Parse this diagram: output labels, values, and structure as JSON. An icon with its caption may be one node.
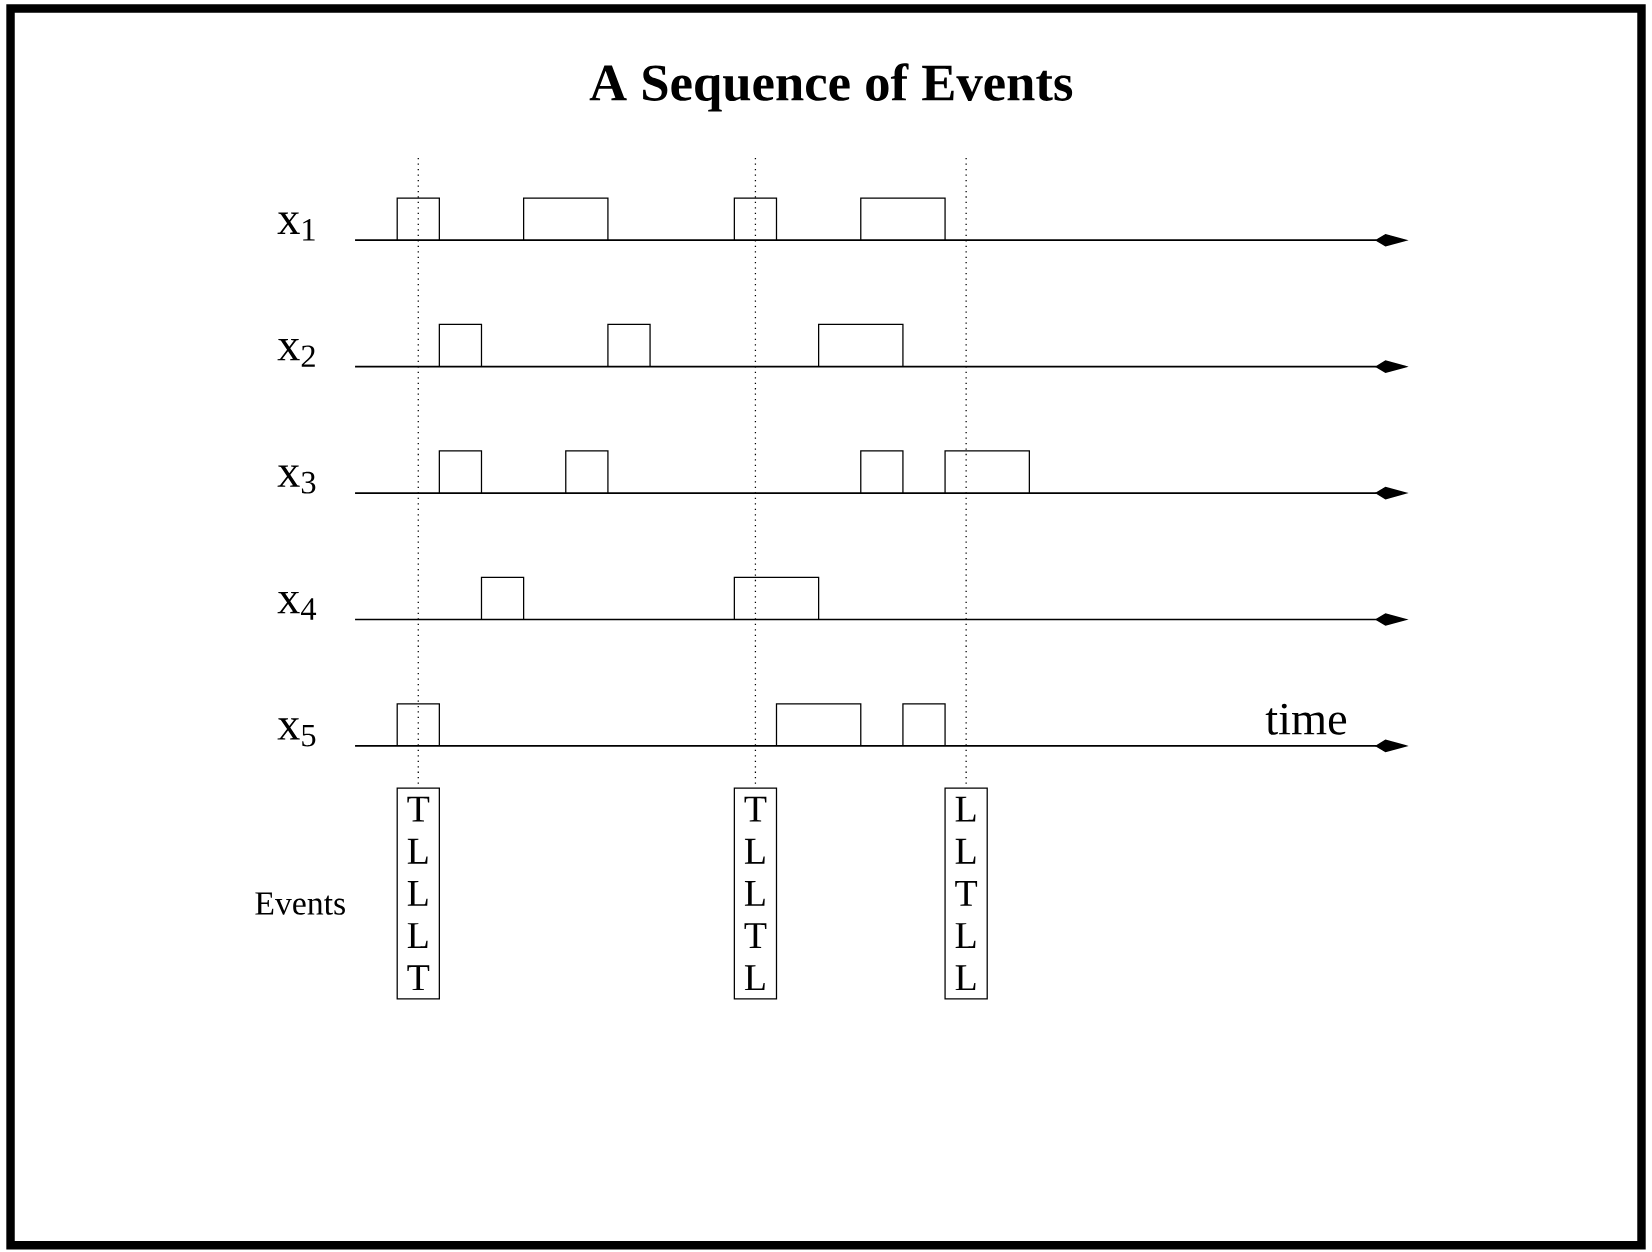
{
  "diagram": {
    "title": "A Sequence of Events",
    "nodes": [
      {
        "text": [
          "T L L L T"
        ]
      },
      {
        "text": [
          "T L L T L"
        ]
      },
      {
        "text": [
          "L L T L L"
        ]
      }
    ],
    "labels": [
      "x$_{1}$",
      "x$_{2}$",
      "x$_{3}$",
      "x$_{4}$",
      "x$_{5}$",
      "time",
      "Events"
    ]
  }
}
